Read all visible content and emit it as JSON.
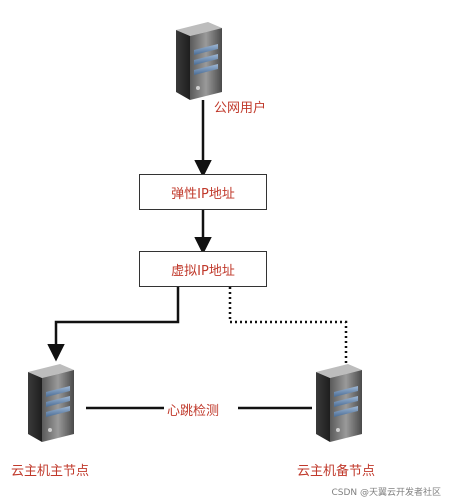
{
  "nodes": {
    "public_user": "公网用户",
    "elastic_ip": "弹性IP地址",
    "virtual_ip": "虚拟IP地址",
    "primary_node": "云主机主节点",
    "backup_node": "云主机备节点",
    "heartbeat": "心跳检测"
  },
  "watermark": "CSDN @天翼云开发者社区",
  "colors": {
    "label": "#c0392b",
    "line": "#111111"
  },
  "icons": {
    "server": "server-icon"
  }
}
